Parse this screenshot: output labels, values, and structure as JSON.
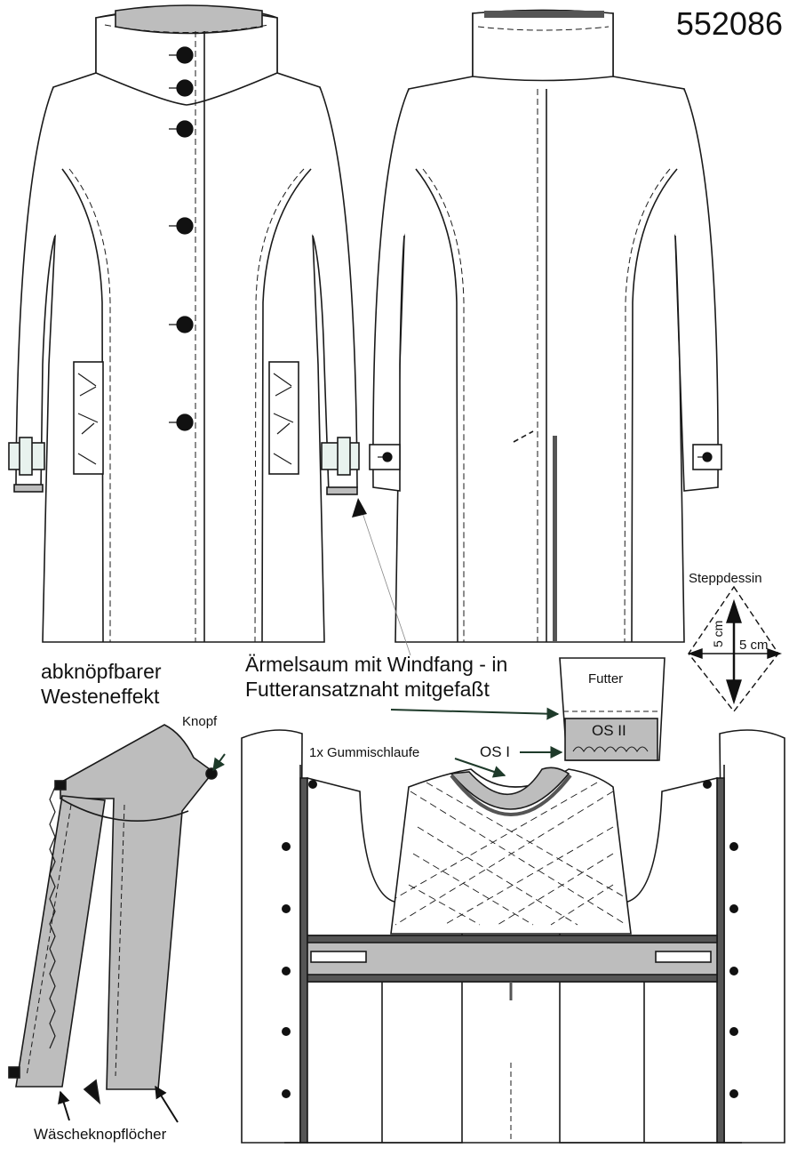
{
  "pattern_number": "552086",
  "labels": {
    "vest_effect_line1": "abknöpfbarer",
    "vest_effect_line2": "Westeneffekt",
    "sleeve_hem_line1": "Ärmelsaum mit Windfang - in",
    "sleeve_hem_line2": "Futteransatznaht mitgefaßt",
    "lining": "Futter",
    "os_ii": "OS II",
    "os_i": "OS I",
    "elastic_loop": "1x Gummischlaufe",
    "button": "Knopf",
    "buttonholes": "Wäscheknopflöcher",
    "quilt_pattern": "Steppdessin",
    "quilt_dim_h": "5 cm",
    "quilt_dim_v": "5 cm"
  },
  "colors": {
    "line": "#1a1a1a",
    "fill_gray": "#bdbdbd",
    "dark_gray": "#555555",
    "accent_green": "#1e3a2a",
    "paper": "#ffffff"
  }
}
